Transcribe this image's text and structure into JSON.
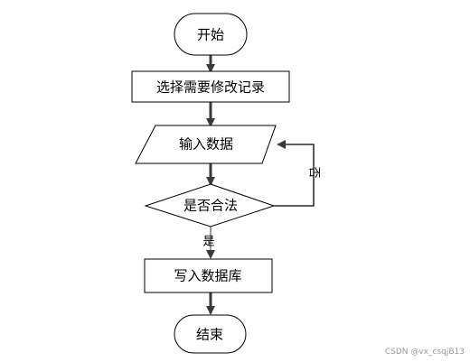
{
  "diagram": {
    "nodes": {
      "start": {
        "label": "开始",
        "shape": "terminal"
      },
      "select": {
        "label": "选择需要修改记录",
        "shape": "process"
      },
      "input": {
        "label": "输入数据",
        "shape": "io"
      },
      "check": {
        "label": "是否合法",
        "shape": "decision"
      },
      "write": {
        "label": "写入数据库",
        "shape": "process"
      },
      "end": {
        "label": "结束",
        "shape": "terminal"
      }
    },
    "edges": [
      {
        "from": "start",
        "to": "select",
        "label": ""
      },
      {
        "from": "select",
        "to": "input",
        "label": ""
      },
      {
        "from": "input",
        "to": "check",
        "label": ""
      },
      {
        "from": "check",
        "to": "write",
        "label": "是"
      },
      {
        "from": "check",
        "to": "input",
        "label": "否"
      },
      {
        "from": "write",
        "to": "end",
        "label": ""
      }
    ],
    "colors": {
      "stroke": "#000000",
      "arrow": "#3a3a3a",
      "background": "#ffffff"
    }
  },
  "labels": {
    "yes": "是",
    "no": "否"
  },
  "watermark": "CSDN @vx_csqjB13"
}
